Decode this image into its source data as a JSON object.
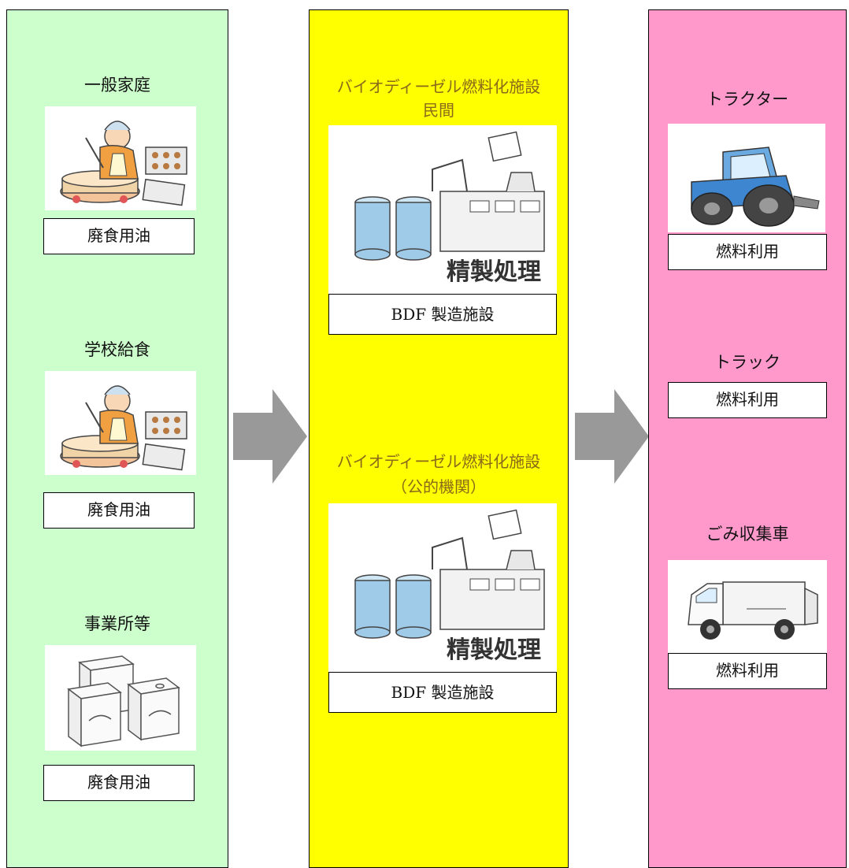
{
  "columns": {
    "sources": {
      "items": [
        {
          "title": "一般家庭",
          "icon": "cooking-person-icon",
          "box": "廃食用油"
        },
        {
          "title": "学校給食",
          "icon": "cooking-person-icon",
          "box": "廃食用油"
        },
        {
          "title": "事業所等",
          "icon": "oil-cans-icon",
          "box": "廃食用油"
        }
      ]
    },
    "facilities": {
      "items": [
        {
          "title_line1": "バイオディーゼル燃料化施設",
          "title_line2": "民間",
          "icon": "refining-plant-icon",
          "image_text": "精製処理",
          "box": "BDF 製造施設"
        },
        {
          "title_line1": "バイオディーゼル燃料化施設",
          "title_line2": "（公的機関）",
          "icon": "refining-plant-icon",
          "image_text": "精製処理",
          "box": "BDF 製造施設"
        }
      ]
    },
    "uses": {
      "items": [
        {
          "title": "トラクター",
          "icon": "tractor-icon",
          "box": "燃料利用"
        },
        {
          "title": "トラック",
          "box": "燃料利用"
        },
        {
          "title": "ごみ収集車",
          "icon": "garbage-truck-icon",
          "box": "燃料利用"
        }
      ]
    }
  },
  "colors": {
    "sources_bg": "#ccffcc",
    "facilities_bg": "#ffff00",
    "uses_bg": "#ff99cc",
    "arrow": "#999999"
  },
  "arrows": [
    "arrow-right-icon",
    "arrow-right-icon"
  ]
}
